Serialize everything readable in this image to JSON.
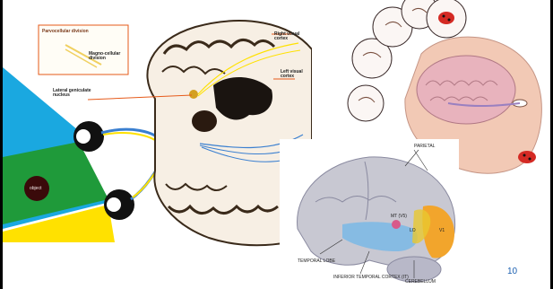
{
  "page_number": "10",
  "visual_pathway_figure": {
    "labels": {
      "parvocellular": "Parvocellular division",
      "magnocellular": "Magno-cellular division",
      "right_visual_cortex": "Right visual cortex",
      "left_visual_cortex": "Left visual cortex",
      "lgn": "Lateral geniculate nucleus",
      "object": "object"
    },
    "colors": {
      "cyan": "#1aa8e0",
      "green": "#1f9a3a",
      "yellow": "#ffe100",
      "blue": "#3a7fd0"
    }
  },
  "head_figure": {
    "colors": {
      "skin": "#f2c9b5",
      "brain": "#e8b3bd",
      "ladybug": "#d42a24"
    }
  },
  "brain_regions_figure": {
    "labels": {
      "parietal": "PARIETAL",
      "temporal_lobe": "TEMPORAL LOBE",
      "inferior_temporal": "INFERIOR TEMPORAL CORTEX (IT)",
      "cerebellum": "CEREBELLUM",
      "mt_v5": "MT (V5)",
      "v1": "V1",
      "lo": "LO"
    },
    "colors": {
      "grey": "#c8c8d2",
      "blue": "#7ab8e6",
      "orange": "#f2a52c"
    }
  }
}
